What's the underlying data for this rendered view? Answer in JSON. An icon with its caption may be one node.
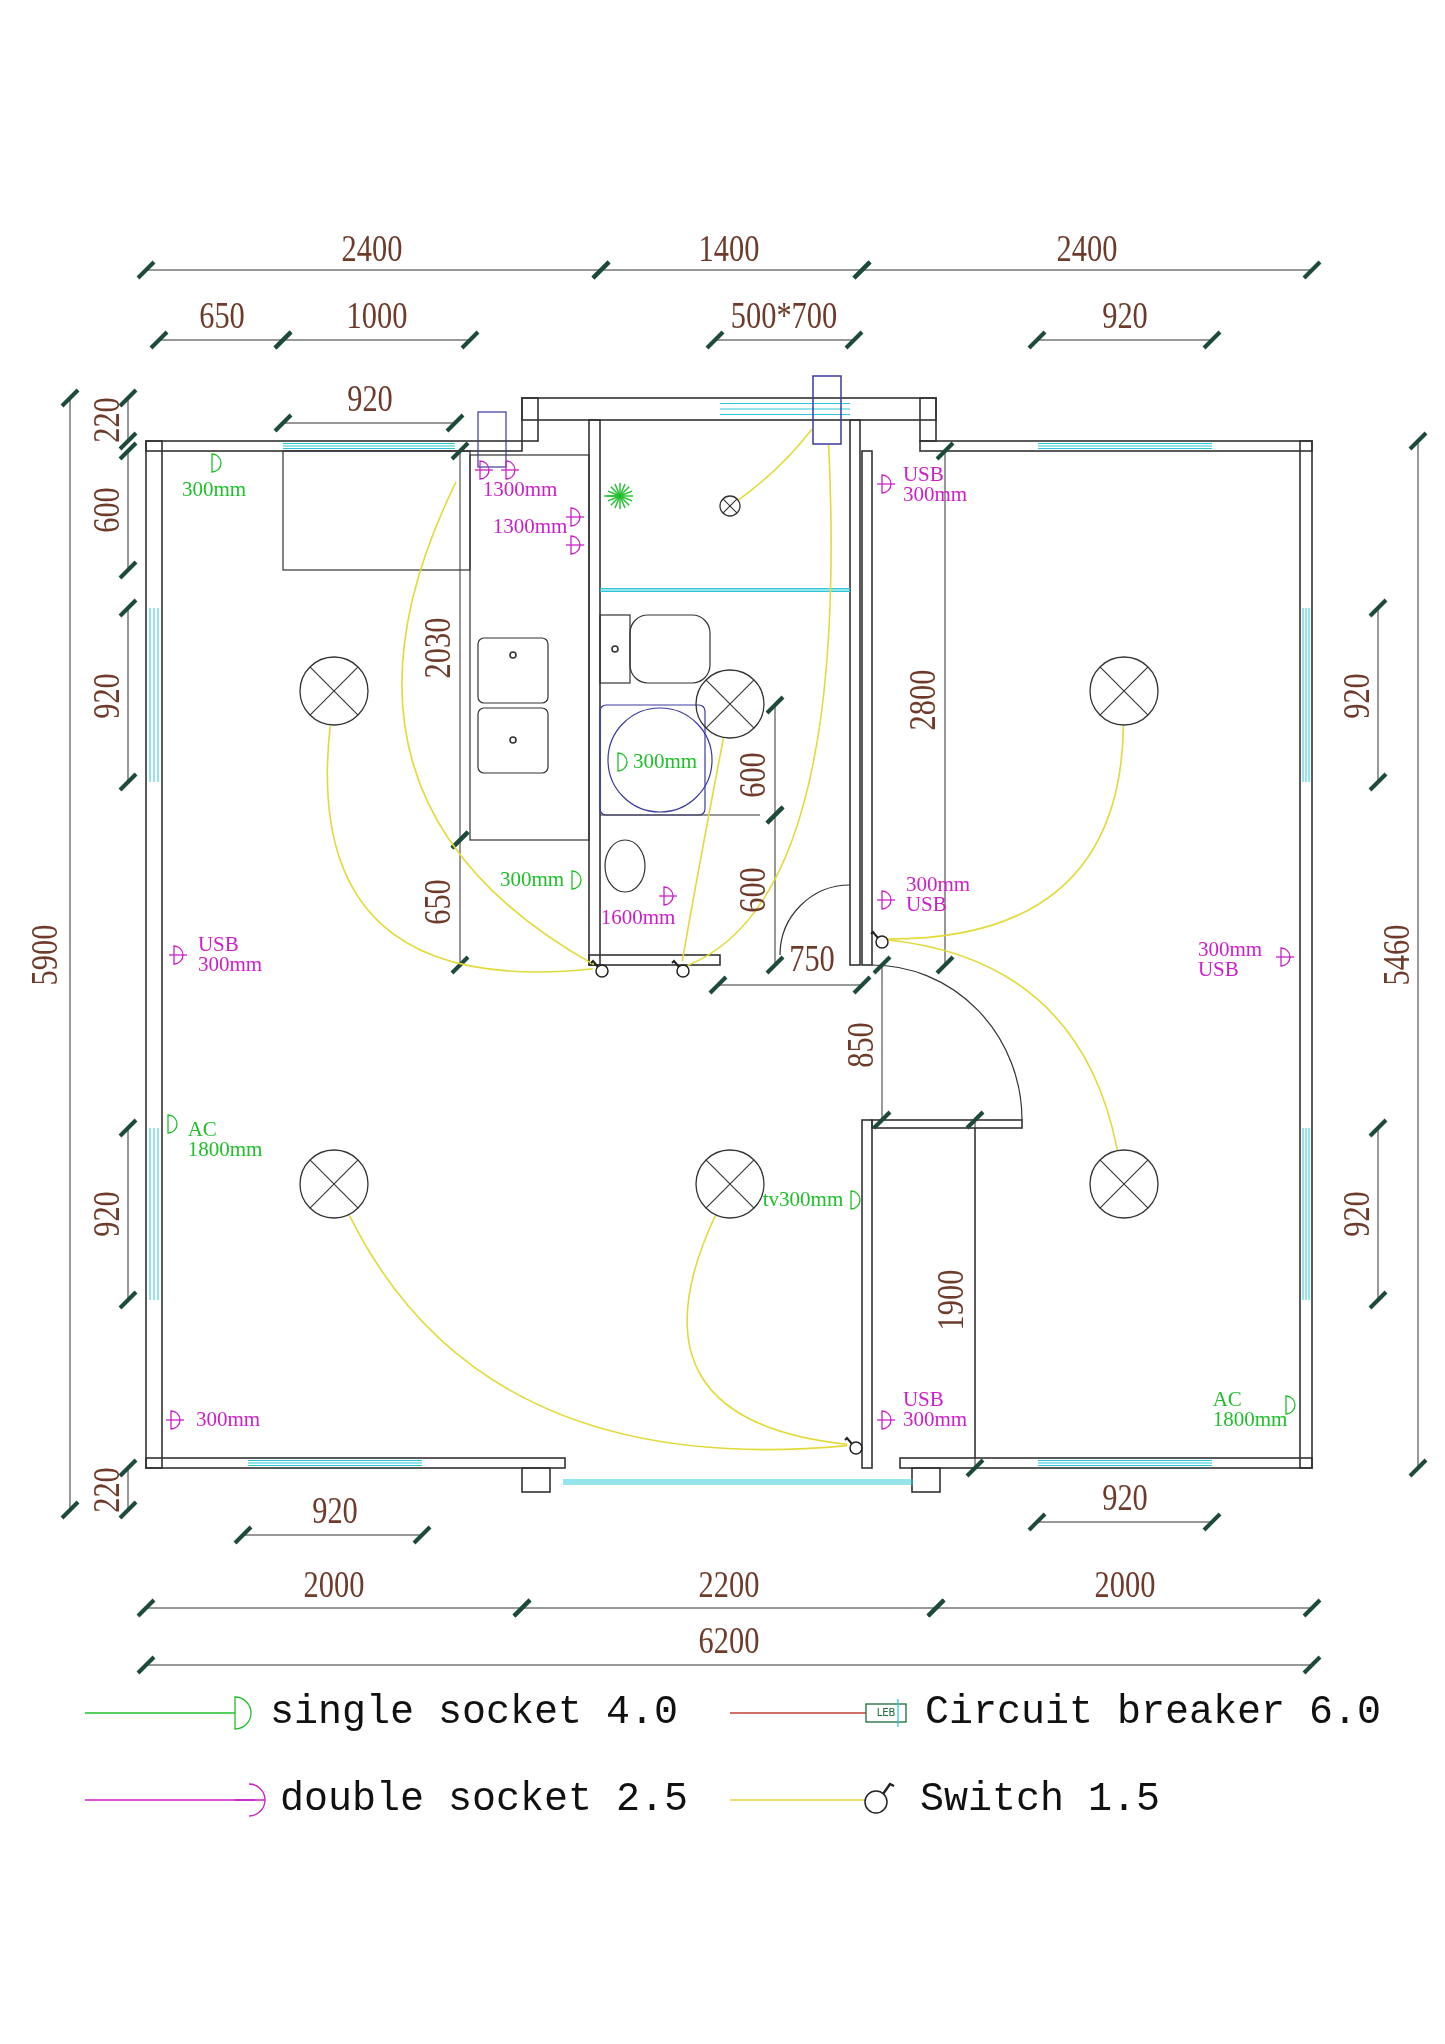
{
  "diagram": {
    "nodes": [
      {
        "text": [],
        "shape": "box"
      },
      {
        "text": [],
        "shape": "circle"
      },
      {
        "text": [],
        "shape": "circle"
      },
      {
        "text": [],
        "shape": "circle"
      },
      {
        "text": [],
        "shape": "circle"
      },
      {
        "text": [],
        "shape": "switch"
      },
      {
        "text": [],
        "shape": "switch"
      },
      {
        "text": [],
        "shape": "switch"
      },
      {
        "text": [],
        "shape": "circle"
      },
      {
        "text": [],
        "shape": "circle"
      },
      {
        "text": [],
        "shape": "circle"
      },
      {
        "text": [],
        "shape": "switch"
      }
    ],
    "edges": [
      {
        "from": 0,
        "to": 1,
        "arrow": "none"
      },
      {
        "from": 0,
        "to": 7,
        "arrow": "none"
      },
      {
        "from": 3,
        "to": 7,
        "arrow": "none"
      },
      {
        "from": 2,
        "to": 6,
        "arrow": "none"
      },
      {
        "from": null,
        "to": 6,
        "arrow": "none"
      },
      {
        "from": 4,
        "to": 5,
        "arrow": "none"
      },
      {
        "from": 5,
        "to": 10,
        "arrow": "none"
      },
      {
        "from": 8,
        "to": 11,
        "arrow": "none"
      },
      {
        "from": 9,
        "to": 11,
        "arrow": "none"
      }
    ],
    "labels": [
      "2400",
      "1400",
      "2400",
      "650",
      "1000",
      "500*700",
      "920",
      "220",
      "920",
      "300mm",
      "1300mm",
      "USB 300mm",
      "600",
      "1300mm",
      "920",
      "2030",
      "2800",
      "920",
      "300mm",
      "600",
      "650",
      "300mm",
      "600",
      "300mm USB",
      "5900",
      "USB 300mm",
      "1600mm",
      "750",
      "300mm USB",
      "5460",
      "850",
      "AC 1800mm",
      "920",
      "tv300mm",
      "920",
      "1900",
      "300mm",
      "USB 300mm",
      "AC 1800mm",
      "220",
      "920",
      "920",
      "2000",
      "2200",
      "2000",
      "6200",
      "LEB"
    ],
    "legend": [
      {
        "text": "single socket 4.0"
      },
      {
        "text": "Circuit breaker 6.0"
      },
      {
        "text": "double socket 2.5"
      },
      {
        "text": "Switch 1.5"
      }
    ]
  }
}
